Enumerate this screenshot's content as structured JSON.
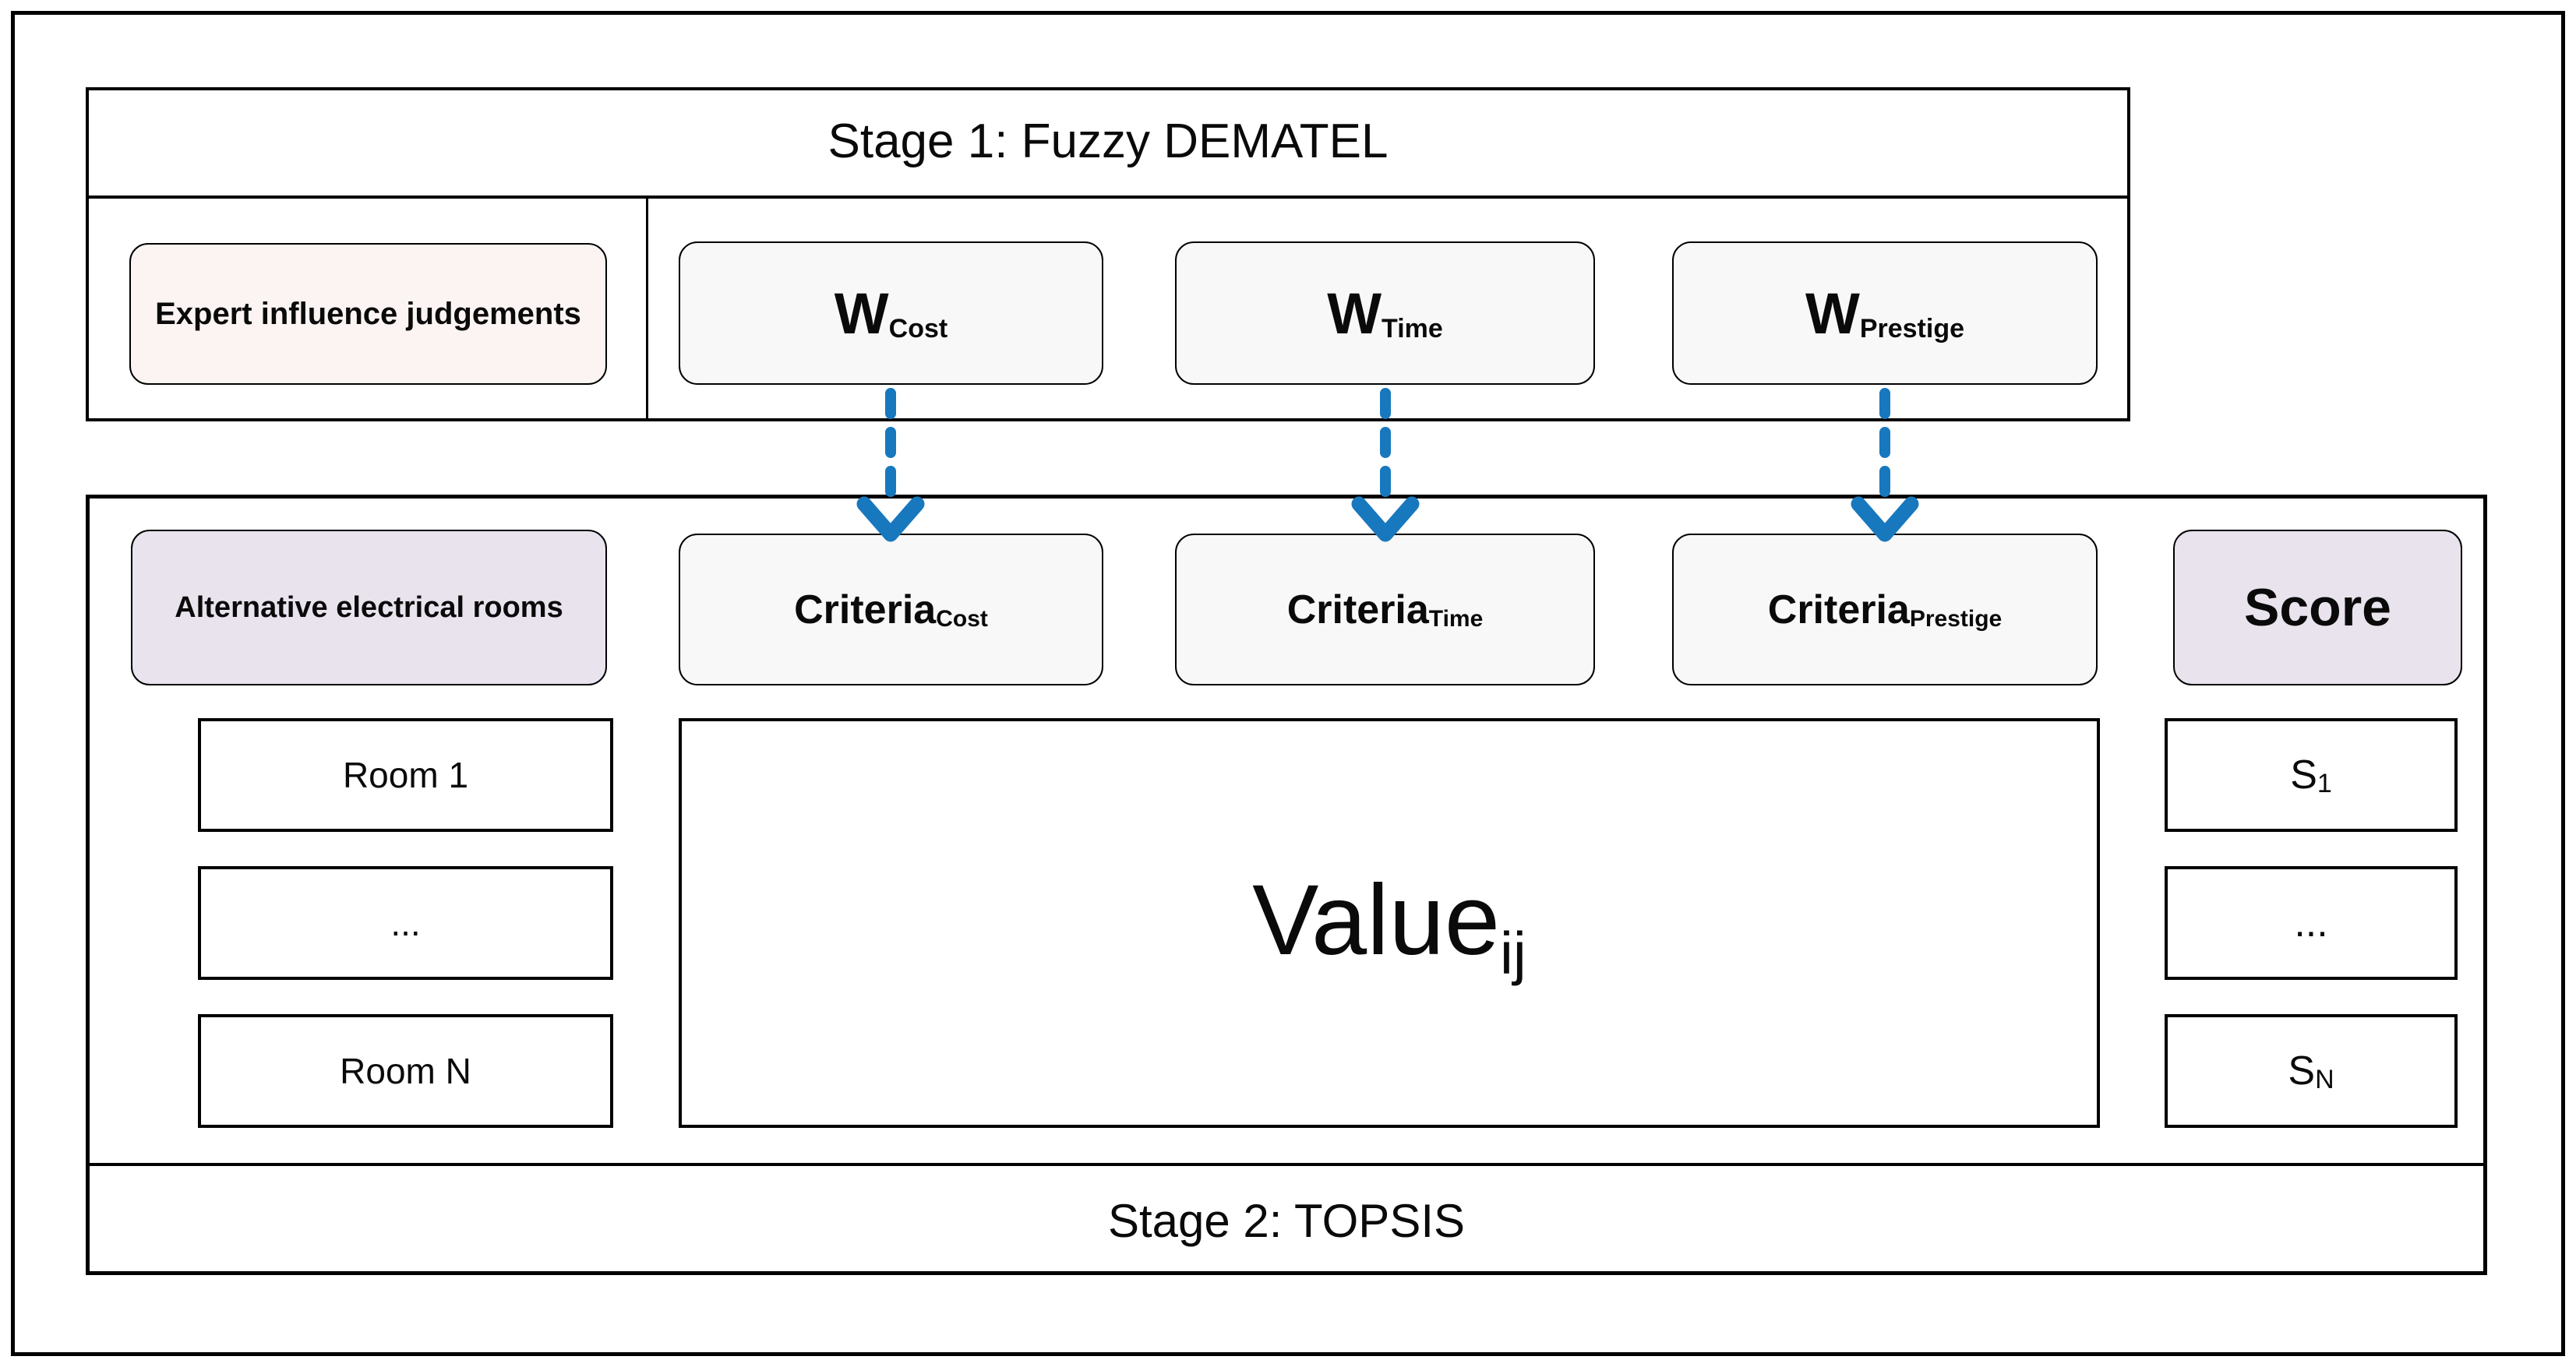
{
  "colors": {
    "arrow_blue": "#1878be",
    "expert_bg": "#fbf4f2",
    "lavender_bg": "#e9e3ee",
    "light_bg": "#f8f8f8"
  },
  "stage1": {
    "title": "Stage 1: Fuzzy DEMATEL",
    "expert_label": "Expert influence judgements",
    "weights": [
      {
        "base": "W",
        "sub": "Cost"
      },
      {
        "base": "W",
        "sub": "Time"
      },
      {
        "base": "W",
        "sub": "Prestige"
      }
    ]
  },
  "stage2": {
    "title": "Stage 2: TOPSIS",
    "alternatives_label": "Alternative electrical rooms",
    "criteria": [
      {
        "base": "Criteria",
        "sub": "Cost"
      },
      {
        "base": "Criteria",
        "sub": "Time"
      },
      {
        "base": "Criteria",
        "sub": "Prestige"
      }
    ],
    "score_label": "Score",
    "rooms": [
      "Room 1",
      "...",
      "Room N"
    ],
    "value_cell": {
      "base": "Value",
      "sub": "ij"
    },
    "scores": [
      {
        "base": "S",
        "sub": "1"
      },
      {
        "base": "...",
        "sub": ""
      },
      {
        "base": "S",
        "sub": "N"
      }
    ]
  }
}
